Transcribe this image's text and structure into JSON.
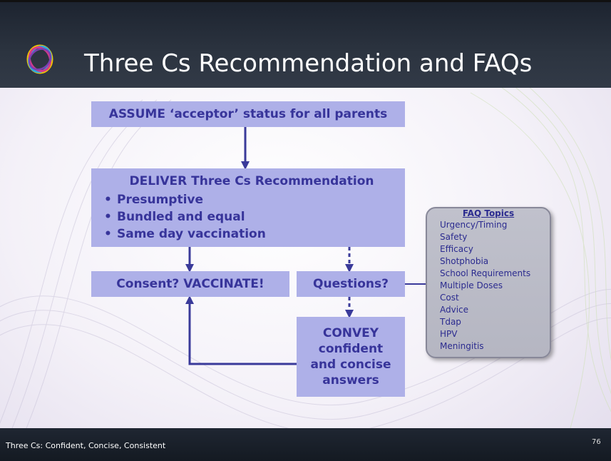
{
  "slide": {
    "title": "Three Cs Recommendation and FAQs",
    "footer_text": "Three Cs: Confident, Concise, Consistent",
    "page_number": "76"
  },
  "flow": {
    "assume": "ASSUME ‘acceptor’ status for all parents",
    "deliver_heading": "DELIVER Three Cs Recommendation",
    "deliver_bullets": [
      "Presumptive",
      "Bundled and equal",
      "Same day vaccination"
    ],
    "consent": "Consent? VACCINATE!",
    "questions": "Questions?",
    "convey_lines": [
      "CONVEY",
      "confident",
      "and concise",
      "answers"
    ]
  },
  "faq": {
    "title": "FAQ Topics",
    "topics": [
      "Urgency/Timing",
      "Safety",
      "Efficacy",
      "Shotphobia",
      "School Requirements",
      "Multiple Doses",
      "Cost",
      "Advice",
      "Tdap",
      "HPV",
      "Meningitis"
    ]
  },
  "colors": {
    "box_fill": "#aeb0e8",
    "box_text": "#37349a",
    "arrow": "#3a3a9a",
    "header_bg": "#2c3440",
    "faq_panel": "#c0c1cc"
  }
}
